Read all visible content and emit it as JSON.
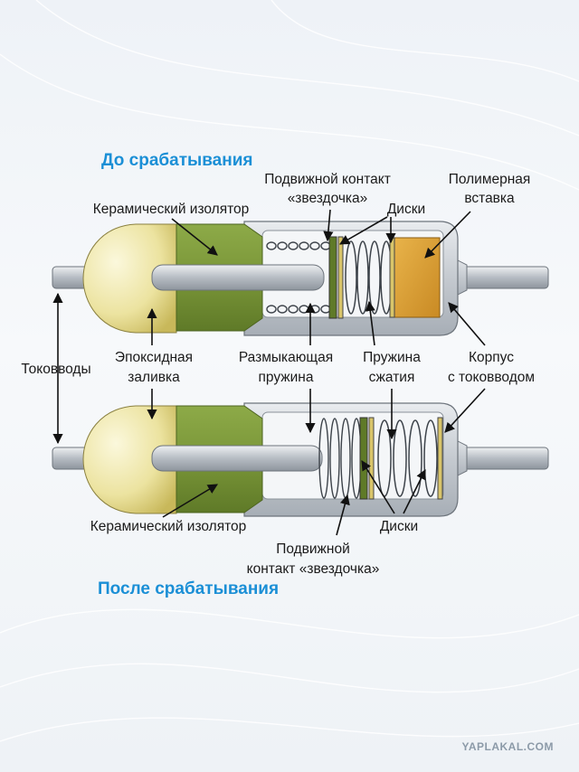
{
  "titles": {
    "before": "До срабатывания",
    "after": "После срабатывания"
  },
  "labels_top": {
    "movable_contact": [
      "Подвижной контакт",
      "«звездочка»"
    ],
    "ceramic_insulator": "Керамический изолятор",
    "disks": "Диски",
    "polymer_insert": [
      "Полимерная",
      "вставка"
    ]
  },
  "labels_middle": {
    "leads": "Токовводы",
    "epoxy": [
      "Эпоксидная",
      "заливка"
    ],
    "opening_spring": [
      "Размыкающая",
      "пружина"
    ],
    "compression_spring": [
      "Пружина",
      "сжатия"
    ],
    "housing": [
      "Корпус",
      "с токовводом"
    ]
  },
  "labels_bottom": {
    "ceramic_insulator": "Керамический изолятор",
    "disks": "Диски",
    "movable_contact": [
      "Подвижной",
      "контакт «звездочка»"
    ]
  },
  "watermark": "YAPLAKAL.COM",
  "colors": {
    "title_blue": "#1b8fd6",
    "ceramic_green": "#7e9a3c",
    "epoxy_yellow": "#e8df9c",
    "polymer_orange": "#d7a23a",
    "housing_gray": "#c9ced4",
    "lead_gray": "#b9bfc6"
  }
}
